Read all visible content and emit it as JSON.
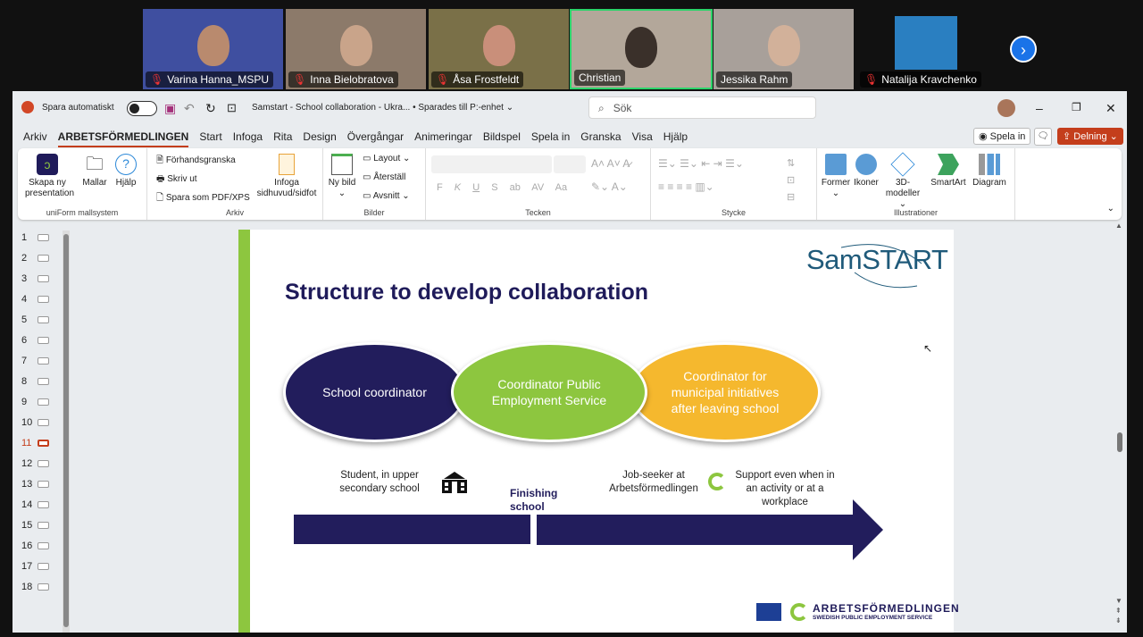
{
  "participants": [
    {
      "name": "Varina Hanna_MSPU",
      "muted": true
    },
    {
      "name": "Inna Bielobratova",
      "muted": true
    },
    {
      "name": "Åsa Frostfeldt",
      "muted": true
    },
    {
      "name": "Christian",
      "muted": false,
      "speaking": true
    },
    {
      "name": "Jessika Rahm",
      "muted": false
    },
    {
      "name": "Natalija Kravchenko",
      "muted": true
    }
  ],
  "titlebar": {
    "autosave": "Spara automatiskt",
    "doc_title": "Samstart - School collaboration - Ukra... • Sparades till P:-enhet ⌄",
    "search_placeholder": "Sök"
  },
  "tabs": [
    "Arkiv",
    "ARBETSFÖRMEDLINGEN",
    "Start",
    "Infoga",
    "Rita",
    "Design",
    "Övergångar",
    "Animeringar",
    "Bildspel",
    "Spela in",
    "Granska",
    "Visa",
    "Hjälp"
  ],
  "actions": {
    "record": "Spela in",
    "share": "Delning"
  },
  "ribbon": {
    "g1": {
      "label": "uniForm mallsystem",
      "new": "Skapa ny presentation",
      "templates": "Mallar",
      "help": "Hjälp"
    },
    "g2": {
      "label": "Arkiv",
      "preview": "Förhandsgranska",
      "print": "Skriv ut",
      "pdf": "Spara som PDF/XPS",
      "header": "Infoga sidhuvud/sidfot"
    },
    "g3": {
      "label": "Bilder",
      "new_slide": "Ny bild",
      "layout": "Layout",
      "reset": "Återställ",
      "section": "Avsnitt"
    },
    "g4": {
      "label": "Tecken",
      "bold": "F",
      "italic": "K",
      "underline": "U",
      "strike": "S"
    },
    "g5": {
      "label": "Stycke"
    },
    "g6": {
      "label": "Illustrationer",
      "shapes": "Former",
      "icons": "Ikoner",
      "models": "3D-modeller",
      "smartart": "SmartArt",
      "chart": "Diagram"
    }
  },
  "thumbnails": [
    "1",
    "2",
    "3",
    "4",
    "5",
    "6",
    "7",
    "8",
    "9",
    "10",
    "11",
    "12",
    "13",
    "14",
    "15",
    "16",
    "17",
    "18"
  ],
  "active_slide": "11",
  "slide": {
    "logo": "SamSTART",
    "title": "Structure to develop collaboration",
    "ellipses": [
      "School coordinator",
      "Coordinator Public Employment Service",
      "Coordinator for municipal initiatives after leaving school"
    ],
    "student": "Student, in upper secondary school",
    "finishing": "Finishing school",
    "jobseeker": "Job-seeker at Arbetsförmedlingen",
    "support": "Support even when in an activity or at a workplace",
    "footer_brand": "ARBETSFÖRMEDLINGEN",
    "footer_sub": "SWEDISH PUBLIC EMPLOYMENT SERVICE"
  },
  "colors": {
    "navy": "#221d5c",
    "green": "#8dc63f",
    "orange": "#f5b82e",
    "accent": "#c43e1c"
  }
}
